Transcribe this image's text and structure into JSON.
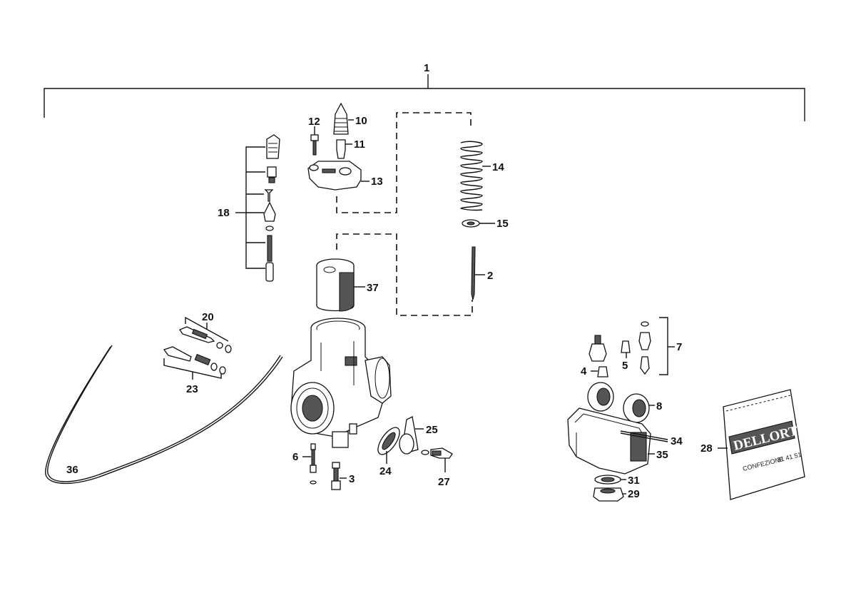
{
  "diagram": {
    "kind": "exploded parts diagram",
    "callouts": {
      "c1": "1",
      "c2": "2",
      "c3": "3",
      "c4": "4",
      "c5": "5",
      "c6": "6",
      "c7": "7",
      "c8": "8",
      "c10": "10",
      "c11": "11",
      "c12": "12",
      "c13": "13",
      "c14": "14",
      "c15": "15",
      "c18": "18",
      "c20": "20",
      "c23": "23",
      "c24": "24",
      "c25": "25",
      "c27": "27",
      "c28": "28",
      "c29": "29",
      "c31": "31",
      "c34": "34",
      "c35": "35",
      "c36": "36",
      "c37": "37"
    },
    "bag": {
      "logo": "DELLORTO",
      "line1": "CONFEZIONE",
      "line2": "31 41 51"
    }
  }
}
